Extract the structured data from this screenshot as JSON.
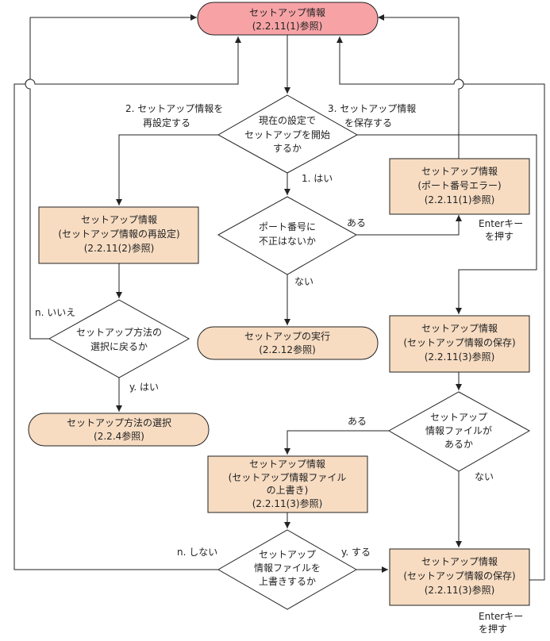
{
  "start": {
    "l1": "セットアップ情報",
    "l2": "(2.2.11(1)参照)"
  },
  "decision_current": {
    "l1": "現在の設定で",
    "l2": "セットアップを開始",
    "l3": "するか"
  },
  "edge_reset": {
    "l1": "2. セットアップ情報を",
    "l2": "再設定する"
  },
  "edge_save": {
    "l1": "3. セットアップ情報",
    "l2": "を保存する"
  },
  "edge_yes1": "1. はい",
  "box_port_error": {
    "l1": "セットアップ情報",
    "l2": "(ポート番号エラー)",
    "l3": "(2.2.11(1)参照)"
  },
  "enter_note_1": {
    "l1": "Enterキー",
    "l2": "を押す"
  },
  "box_reset": {
    "l1": "セットアップ情報",
    "l2": "(セットアップ情報の再設定)",
    "l3": "(2.2.11(2)参照)"
  },
  "decision_port": {
    "l1": "ポート番号に",
    "l2": "不正はないか"
  },
  "edge_aru1": "ある",
  "edge_nai1": "ない",
  "edge_no_back": "n. いいえ",
  "decision_back": {
    "l1": "セットアップ方法の",
    "l2": "選択に戻るか"
  },
  "terminal_exec": {
    "l1": "セットアップの実行",
    "l2": "(2.2.12参照)"
  },
  "box_save1": {
    "l1": "セットアップ情報",
    "l2": "(セットアップ情報の保存)",
    "l3": "(2.2.11(3)参照)"
  },
  "edge_yes_back": "y. はい",
  "terminal_select": {
    "l1": "セットアップ方法の選択",
    "l2": "(2.2.4参照)"
  },
  "decision_file": {
    "l1": "セットアップ",
    "l2": "情報ファイルが",
    "l3": "あるか"
  },
  "edge_aru2": "ある",
  "edge_nai2": "ない",
  "box_overwrite": {
    "l1": "セットアップ情報",
    "l2": "(セットアップ情報ファイル",
    "l3": "の上書き)",
    "l4": "(2.2.11(3)参照)"
  },
  "edge_no_overwrite": "n. しない",
  "edge_yes_overwrite": "y. する",
  "decision_overwrite": {
    "l1": "セットアップ",
    "l2": "情報ファイルを",
    "l3": "上書きするか"
  },
  "box_save2": {
    "l1": "セットアップ情報",
    "l2": "(セットアップ情報の保存)",
    "l3": "(2.2.11(3)参照)"
  },
  "enter_note_2": {
    "l1": "Enterキー",
    "l2": "を押す"
  },
  "colors": {
    "start_fill": "#f7a3a6",
    "box_fill": "#f7dcc2",
    "border": "#222222"
  }
}
